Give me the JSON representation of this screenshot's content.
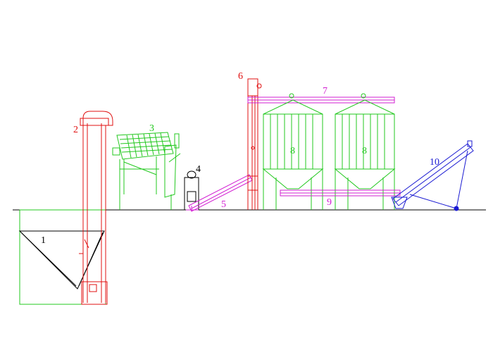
{
  "labels": {
    "n1": "1",
    "n2": "2",
    "n3": "3",
    "n4": "4",
    "n5": "5",
    "n6": "6",
    "n7": "7",
    "n8a": "8",
    "n8b": "8",
    "n9": "9",
    "n10": "10"
  },
  "colors": {
    "ground": "#000000",
    "hopper_pit": "#23c81f",
    "bucket_elevator": "#e01010",
    "drum_cleaner": "#23c81f",
    "fan_unit": "#000000",
    "screw_conveyor": "#d21fd2",
    "silos": "#23c81f",
    "top_conveyor": "#d21fd2",
    "bottom_conveyor": "#d21fd2",
    "loading_conveyor": "#1a1ad2",
    "label_1": "#000000",
    "label_2": "#e01010",
    "label_3": "#23c81f",
    "label_4": "#000000",
    "label_5": "#d21fd2",
    "label_6": "#e01010",
    "label_7": "#d21fd2",
    "label_8": "#23c81f",
    "label_9": "#d21fd2",
    "label_10": "#1a1ad2"
  }
}
